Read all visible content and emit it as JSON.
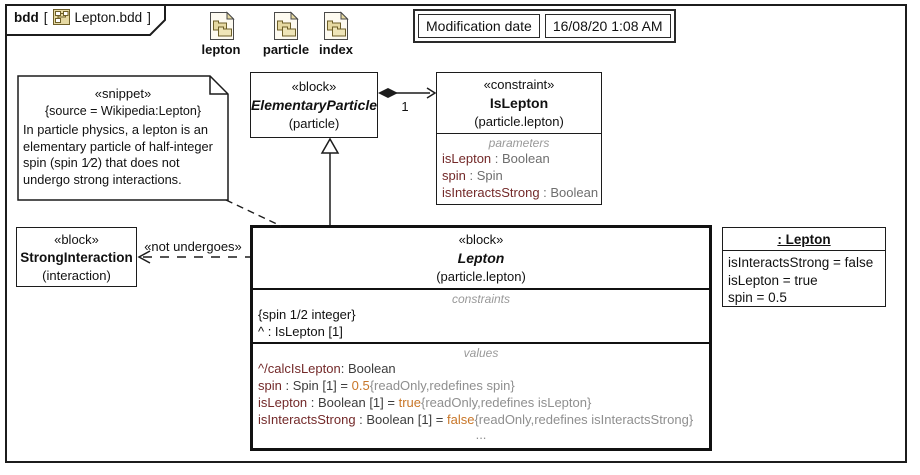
{
  "frame": {
    "keyword": "bdd",
    "bracket_open": "[",
    "diagram_name": "Lepton.bdd",
    "bracket_close": "]"
  },
  "shortcut_icons": [
    {
      "label": "lepton"
    },
    {
      "label": "particle"
    },
    {
      "label": "index"
    }
  ],
  "modification": {
    "label": "Modification date",
    "value": "16/08/20 1:08 AM"
  },
  "snippet_note": {
    "stereotype": "«snippet»",
    "source": "{source = Wikipedia:Lepton}",
    "body": "In particle physics, a lepton is an elementary particle of half-integer spin (spin 1⁄2) that does not undergo strong interactions."
  },
  "elementary_particle": {
    "stereotype": "«block»",
    "name": "ElementaryParticle",
    "package": "(particle)"
  },
  "is_lepton_constraint": {
    "stereotype": "«constraint»",
    "name": "IsLepton",
    "package": "(particle.lepton)",
    "header": "parameters",
    "params": [
      {
        "name": "isLepton",
        "type": " : Boolean"
      },
      {
        "name": "spin",
        "type": " : Spin"
      },
      {
        "name": "isInteractsStrong",
        "type": " : Boolean"
      }
    ]
  },
  "association": {
    "multiplicity": "1"
  },
  "strong_interaction": {
    "stereotype": "«block»",
    "name": "StrongInteraction",
    "package": "(interaction)"
  },
  "not_undergoes": {
    "label": "«not undergoes»"
  },
  "lepton_block": {
    "stereotype": "«block»",
    "name": "Lepton",
    "package": "(particle.lepton)",
    "constraints": {
      "header": "constraints",
      "items": [
        "{spin 1/2 integer}",
        "^ : IsLepton [1]"
      ]
    },
    "values": {
      "header": "values",
      "items": [
        {
          "name": "^/calcIsLepton",
          "mid": ": Boolean",
          "value": "",
          "tags": ""
        },
        {
          "name": "spin",
          "mid": " : Spin [1] = ",
          "value": "0.5",
          "tags": "{readOnly,redefines spin}"
        },
        {
          "name": "isLepton",
          "mid": " : Boolean [1] = ",
          "value": "true",
          "tags": "{readOnly,redefines isLepton}"
        },
        {
          "name": "isInteractsStrong",
          "mid": " : Boolean [1] = ",
          "value": "false",
          "tags": "{readOnly,redefines isInteractsStrong}"
        }
      ],
      "ellipsis": "..."
    }
  },
  "lepton_instance": {
    "title": ": Lepton",
    "slots": [
      "isInteractsStrong = false",
      "isLepton = true",
      "spin = 0.5"
    ]
  },
  "colors": {
    "member_name": "#732929",
    "type_gray": "#6e6e6e",
    "literal_orange": "#c87628",
    "tag_gray": "#8f8f8f",
    "compartment_header": "#999999",
    "icon_tan": "#e6d9a2",
    "icon_border": "#6e5f28",
    "line_black": "#1c1c1c"
  }
}
